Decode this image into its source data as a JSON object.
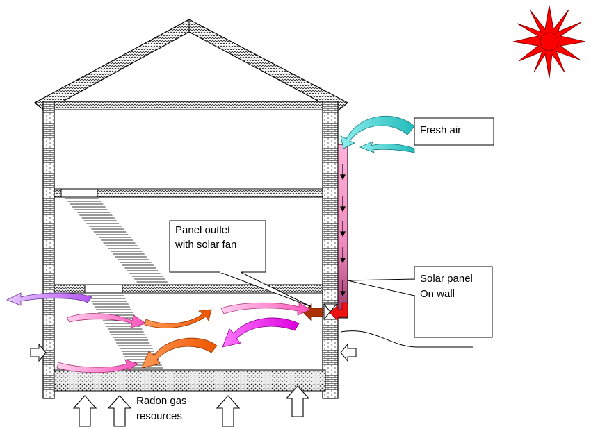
{
  "labels": {
    "fresh_air": "Fresh air",
    "panel_outlet_line1": "Panel outlet",
    "panel_outlet_line2": "with solar fan",
    "solar_panel_line1": "Solar panel",
    "solar_panel_line2": "On wall",
    "radon_line1": "Radon gas",
    "radon_line2": "resources"
  },
  "colors": {
    "sun": "#ff0000",
    "fresh_air_arrow": "#33cccc",
    "panel_gradient_top": "#ffb3d9",
    "panel_gradient_bottom": "#993366",
    "pink_arrow": "#ff66cc",
    "violet_arrow": "#cc66ff",
    "orange_arrow": "#ff6600",
    "magenta_arrow": "#ff00ff",
    "fan_outlet_arrow": "#cc0000",
    "brick_fill": "#ffffff",
    "gravel_fill": "#e8e8e8",
    "radon_arrow": "#ffffff",
    "outline": "#000000"
  },
  "icons": [
    "sun-icon",
    "fan-icon",
    "fresh-air-arrow-icon",
    "radon-arrow-icon",
    "airflow-arrow-icon"
  ]
}
